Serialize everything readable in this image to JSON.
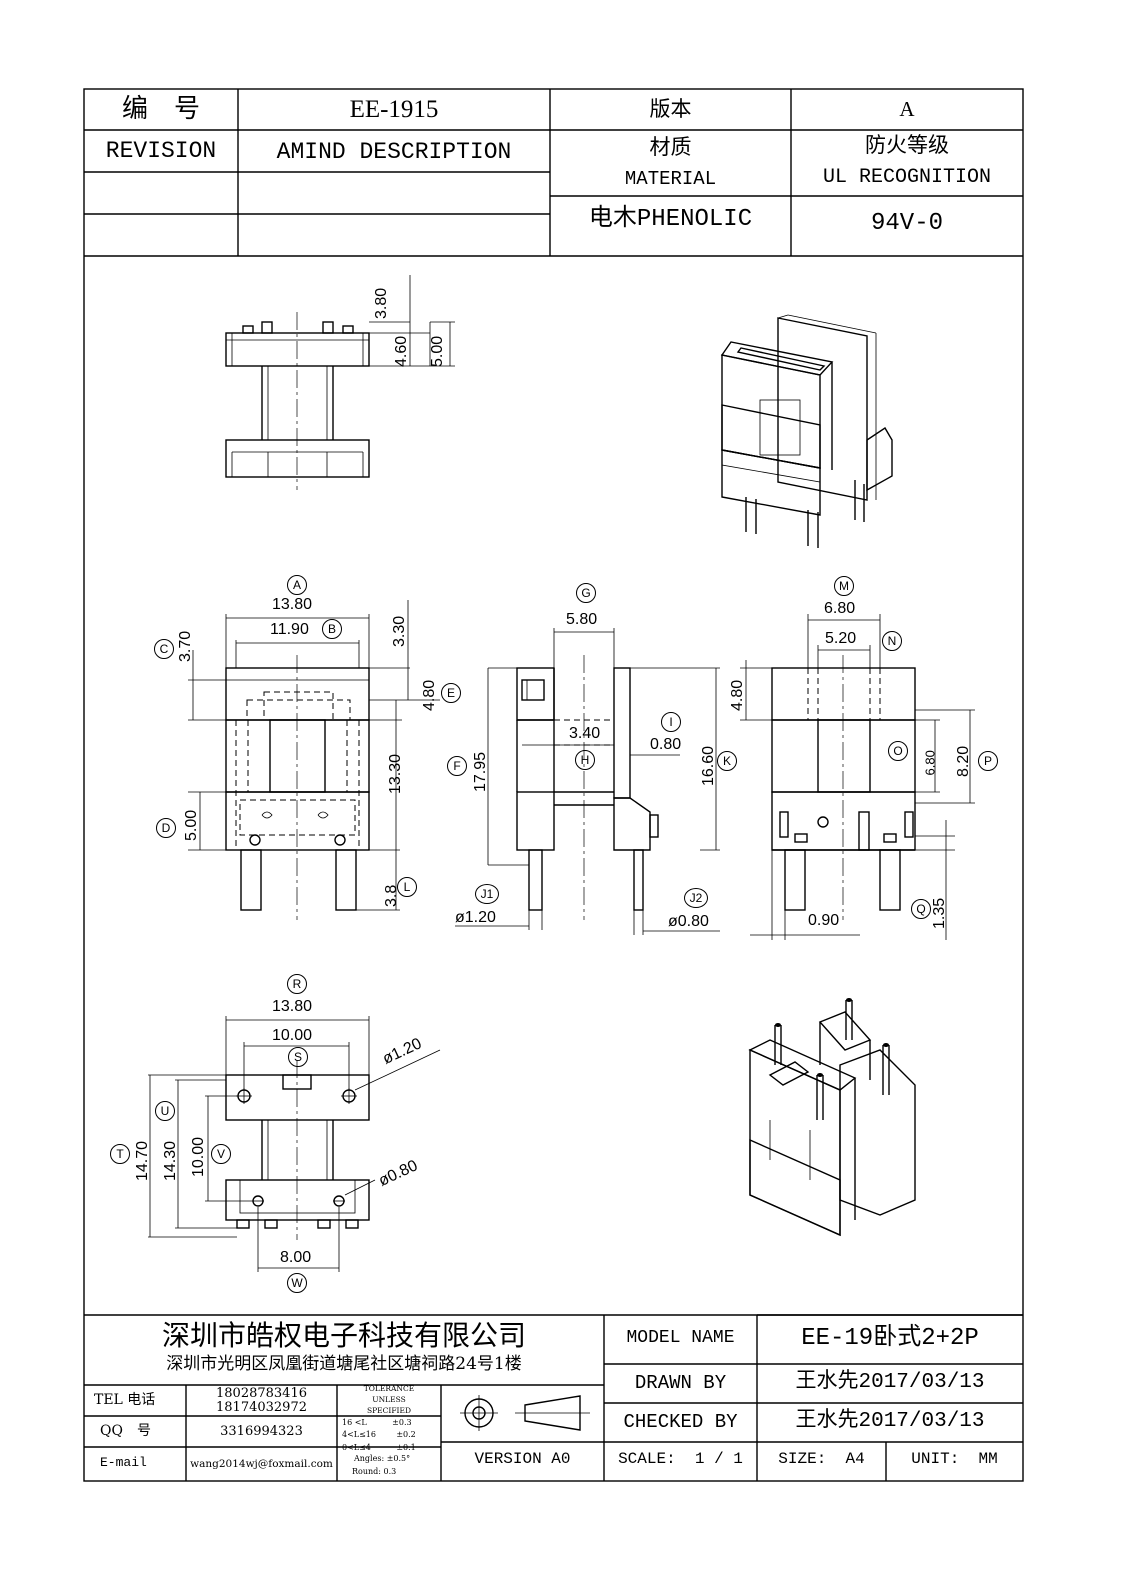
{
  "title_block": {
    "code_label": "编　号",
    "code_value": "EE-1915",
    "version_label": "版本",
    "version_value": "A",
    "revision_label": "REVISION",
    "amind_label": "AMIND DESCRIPTION",
    "material_label_cn": "材质",
    "material_label_en": "MATERIAL",
    "ul_label_cn": "防火等级",
    "ul_label_en": "UL RECOGNITION",
    "material_value": "电木PHENOLIC",
    "ul_value": "94V-0"
  },
  "dimensions": {
    "top_3_80": "3.80",
    "top_4_60": "4.60",
    "top_5_00": "5.00",
    "A": "A",
    "w_13_80": "13.80",
    "B": "B",
    "w_11_90": "11.90",
    "C": "C",
    "h_3_70": "3.70",
    "h_3_30": "3.30",
    "E": "E",
    "h_4_80": "4.80",
    "D": "D",
    "h_5_00": "5.00",
    "h_13_30": "13.30",
    "L": "L",
    "h_3_8": "3.8",
    "G": "G",
    "w_5_80": "5.80",
    "I": "I",
    "w_3_40": "3.40",
    "w_0_80": "0.80",
    "H": "H",
    "F": "F",
    "h_17_95": "17.95",
    "K": "K",
    "h_16_60": "16.60",
    "J1": "J1",
    "d_1_20": "ø1.20",
    "J2": "J2",
    "d_0_80": "ø0.80",
    "M": "M",
    "w_6_80": "6.80",
    "N": "N",
    "w_5_20": "5.20",
    "h_4_80b": "4.80",
    "O": "O",
    "h_6_80": "6.80",
    "P": "P",
    "h_8_20": "8.20",
    "w_0_90": "0.90",
    "Q": "Q",
    "h_1_35": "1.35",
    "R": "R",
    "w_13_80b": "13.80",
    "w_10_00": "10.00",
    "S": "S",
    "d_1_20b": "ø1.20",
    "T": "T",
    "h_14_70": "14.70",
    "U": "U",
    "h_14_30": "14.30",
    "V": "V",
    "h_10_00": "10.00",
    "d_0_80b": "ø0.80",
    "w_8_00": "8.00",
    "W": "W"
  },
  "footer": {
    "company": "深圳市皓权电子科技有限公司",
    "address": "深圳市光明区凤凰街道塘尾社区塘祠路24号1楼",
    "tel_label": "TEL 电话",
    "tel_1": "18028783416",
    "tel_2": "18174032972",
    "qq_label": "QQ　号",
    "qq_value": "3316994323",
    "email_label": "E-mail",
    "email_value": "wang2014wj@foxmail.com",
    "tolerance_title": "TOLERANCE",
    "tolerance_unless": "UNLESS",
    "tolerance_specified": "SPECIFIED",
    "tol_row1": "16 <L          ±0.3",
    "tol_row2": "4<L≤16        ±0.2",
    "tol_row3": "0<L≤4          ±0.1",
    "tol_angles": "Angles: ±0.5°",
    "tol_round": "Round: 0.3",
    "version": "VERSION A0",
    "model_name_label": "MODEL NAME",
    "model_name_value": "EE-19卧式2+2P",
    "drawn_by_label": "DRAWN BY",
    "drawn_by_value": "王水先2017/03/13",
    "checked_by_label": "CHECKED BY",
    "checked_by_value": "王水先2017/03/13",
    "scale_label": "SCALE:  1 / 1",
    "size_label": "SIZE:  A4",
    "unit_label": "UNIT:  MM"
  }
}
